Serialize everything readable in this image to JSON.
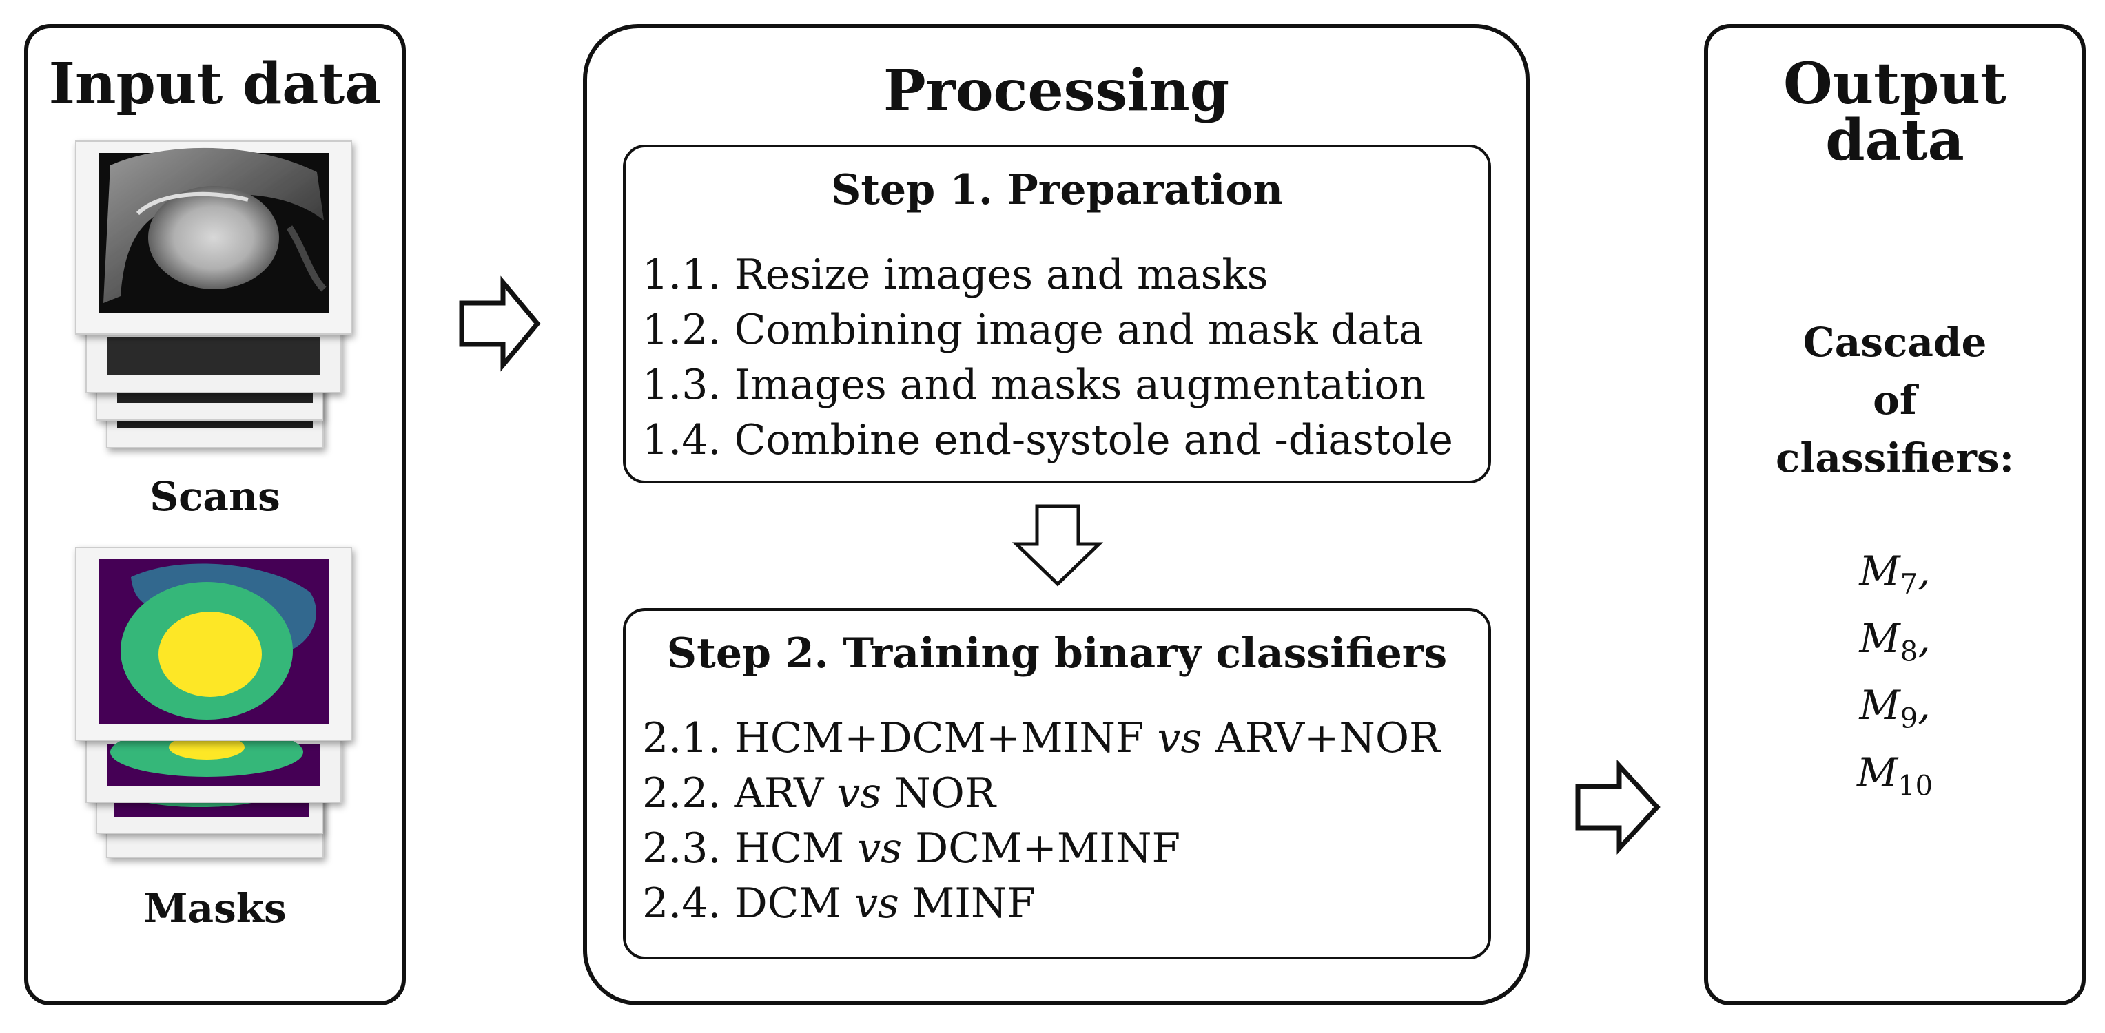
{
  "input_panel": {
    "title": "Input data",
    "scans_label": "Scans",
    "masks_label": "Masks"
  },
  "processing_panel": {
    "title": "Processing",
    "step1": {
      "title": "Step 1. Preparation",
      "items": [
        "1.1. Resize images and masks",
        "1.2. Combining image and mask data",
        "1.3. Images and masks augmentation",
        "1.4. Combine end-systole and -diastole"
      ]
    },
    "step2": {
      "title": "Step 2. Training binary classifiers",
      "items": [
        {
          "num": "2.1.",
          "left": "HCM+DCM+MINF",
          "vs": "vs",
          "right": "ARV+NOR"
        },
        {
          "num": "2.2.",
          "left": "ARV",
          "vs": "vs",
          "right": "NOR"
        },
        {
          "num": "2.3.",
          "left": "HCM",
          "vs": "vs",
          "right": "DCM+MINF"
        },
        {
          "num": "2.4.",
          "left": "DCM",
          "vs": "vs",
          "right": "MINF"
        }
      ]
    }
  },
  "output_panel": {
    "title": "Output data",
    "cascade_lines": [
      "Cascade",
      "of",
      "classifiers:"
    ],
    "models": [
      {
        "symbol": "M",
        "sub": "7",
        "suffix": ","
      },
      {
        "symbol": "M",
        "sub": "8",
        "suffix": ","
      },
      {
        "symbol": "M",
        "sub": "9",
        "suffix": ","
      },
      {
        "symbol": "M",
        "sub": "10",
        "suffix": ""
      }
    ]
  },
  "colors": {
    "mask_background": "#440154",
    "mask_outer": "#31688e",
    "mask_middle": "#35b779",
    "mask_inner": "#fde725"
  }
}
